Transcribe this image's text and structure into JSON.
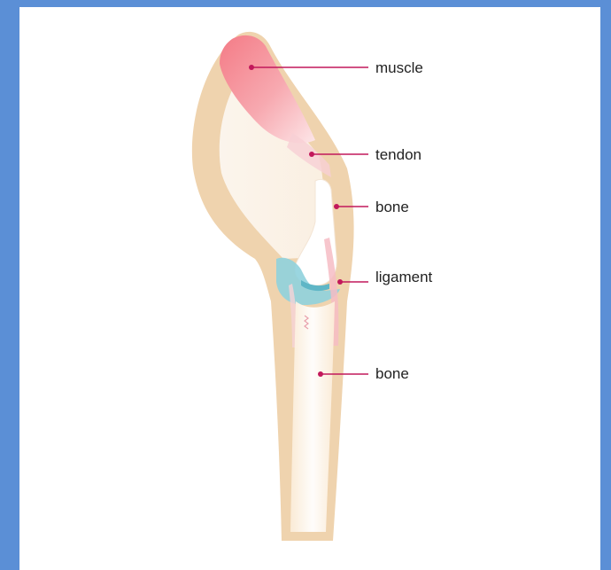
{
  "diagram": {
    "labels": {
      "muscle": "muscle",
      "tendon": "tendon",
      "bone_upper": "bone",
      "ligament": "ligament",
      "bone_lower": "bone"
    }
  },
  "colors": {
    "background_border": "#5b8fd6",
    "panel": "#ffffff",
    "skin": "#efd3ae",
    "muscle": "#f47b86",
    "cartilage": "#8fd1dd",
    "leader_line": "#c2185b"
  }
}
